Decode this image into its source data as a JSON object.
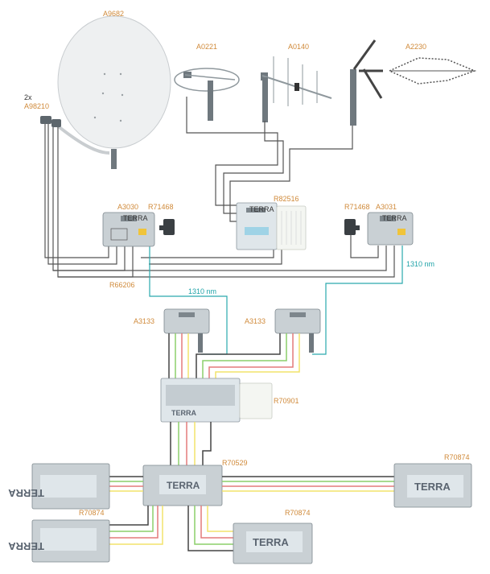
{
  "labels": {
    "dish": "A9682",
    "lnb_count": "2x",
    "lnb": "A98210",
    "antenna_a0221": "A0221",
    "antenna_a0140": "A0140",
    "antenna_a2230": "A2230",
    "tx_left": "A3030",
    "psu_left": "R71468",
    "amp": "R82516",
    "psu_right": "R71468",
    "tx_right": "A3031",
    "fiber_right": "1310 nm",
    "cable": "R66206",
    "fiber_left": "1310 nm",
    "rx_left": "A3133",
    "rx_right": "A3133",
    "psu_ms": "R70901",
    "ms_main": "R70529",
    "ms_right_top": "R70874",
    "ms_left_bottom": "R70874",
    "ms_right_bottom": "R70874"
  },
  "brand": {
    "small": "TERRA",
    "large": "TERRA",
    "psu": "TERRA"
  },
  "colors": {
    "accent_label": "#d08a3a",
    "fiber": "#2aa9ad",
    "wire_yellow": "#f2e36b",
    "wire_green": "#8ccf6a",
    "wire_red": "#e47a7a",
    "wire_dark": "#444444"
  }
}
